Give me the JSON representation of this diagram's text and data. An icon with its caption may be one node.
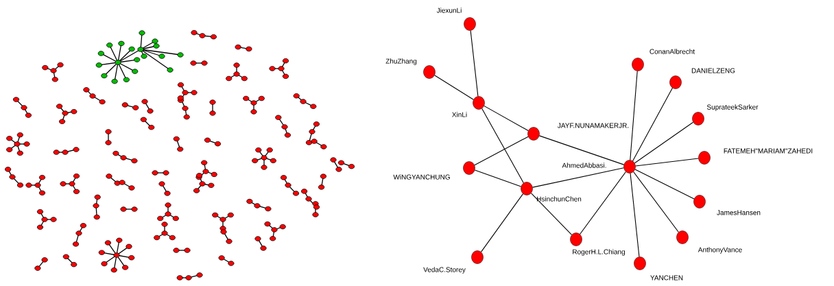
{
  "diagram": {
    "nodes": [
      {
        "text": [],
        "shape": "circle",
        "beside": [
          "JiexunLi"
        ]
      },
      {
        "text": [],
        "shape": "circle",
        "beside": [
          "ZhuZhang"
        ]
      },
      {
        "text": [],
        "shape": "circle",
        "beside": [
          "XinLi"
        ]
      },
      {
        "text": [],
        "shape": "circle",
        "beside": [
          "JAYF.NUNAMAKERJR."
        ]
      },
      {
        "text": [],
        "shape": "circle",
        "beside": [
          "WiNGYANCHUNG"
        ]
      },
      {
        "text": [],
        "shape": "circle",
        "beside": [
          "HsinchunChen"
        ]
      },
      {
        "text": [],
        "shape": "circle",
        "beside": [
          "AhmedAbbasi."
        ]
      },
      {
        "text": [],
        "shape": "circle",
        "beside": [
          "ConanAlbrecht"
        ]
      },
      {
        "text": [],
        "shape": "circle",
        "beside": [
          "DANIELZENG"
        ]
      },
      {
        "text": [],
        "shape": "circle",
        "beside": [
          "SuprateekSarker"
        ]
      },
      {
        "text": [],
        "shape": "circle",
        "beside": [
          "FATEMEH\"MARIAM\"ZAHEDI"
        ]
      },
      {
        "text": [],
        "shape": "circle",
        "beside": [
          "JamesHansen"
        ]
      },
      {
        "text": [],
        "shape": "circle",
        "beside": [
          "AnthonyVance"
        ]
      },
      {
        "text": [],
        "shape": "circle",
        "beside": [
          "RogerH.L.Chiang"
        ]
      },
      {
        "text": [],
        "shape": "circle",
        "beside": [
          "YANCHEN"
        ]
      },
      {
        "text": [],
        "shape": "circle",
        "beside": [
          "VedaC.Storey"
        ]
      }
    ],
    "edges": [
      {
        "from": 0,
        "to": 2,
        "arrow": "none"
      },
      {
        "from": 1,
        "to": 2,
        "arrow": "none"
      },
      {
        "from": 2,
        "to": 3,
        "arrow": "none"
      },
      {
        "from": 2,
        "to": 5,
        "arrow": "none"
      },
      {
        "from": 3,
        "to": 6,
        "arrow": "none"
      },
      {
        "from": 3,
        "to": 4,
        "arrow": "none"
      },
      {
        "from": 4,
        "to": 5,
        "arrow": "none"
      },
      {
        "from": 5,
        "to": 6,
        "arrow": "none"
      },
      {
        "from": 5,
        "to": 13,
        "arrow": "none"
      },
      {
        "from": 5,
        "to": 15,
        "arrow": "none"
      },
      {
        "from": 13,
        "to": 6,
        "arrow": "none"
      },
      {
        "from": 6,
        "to": 7,
        "arrow": "none"
      },
      {
        "from": 6,
        "to": 8,
        "arrow": "none"
      },
      {
        "from": 6,
        "to": 9,
        "arrow": "none"
      },
      {
        "from": 6,
        "to": 10,
        "arrow": "none"
      },
      {
        "from": 6,
        "to": 11,
        "arrow": "none"
      },
      {
        "from": 6,
        "to": 12,
        "arrow": "none"
      },
      {
        "from": 6,
        "to": 14,
        "arrow": "none"
      }
    ]
  }
}
